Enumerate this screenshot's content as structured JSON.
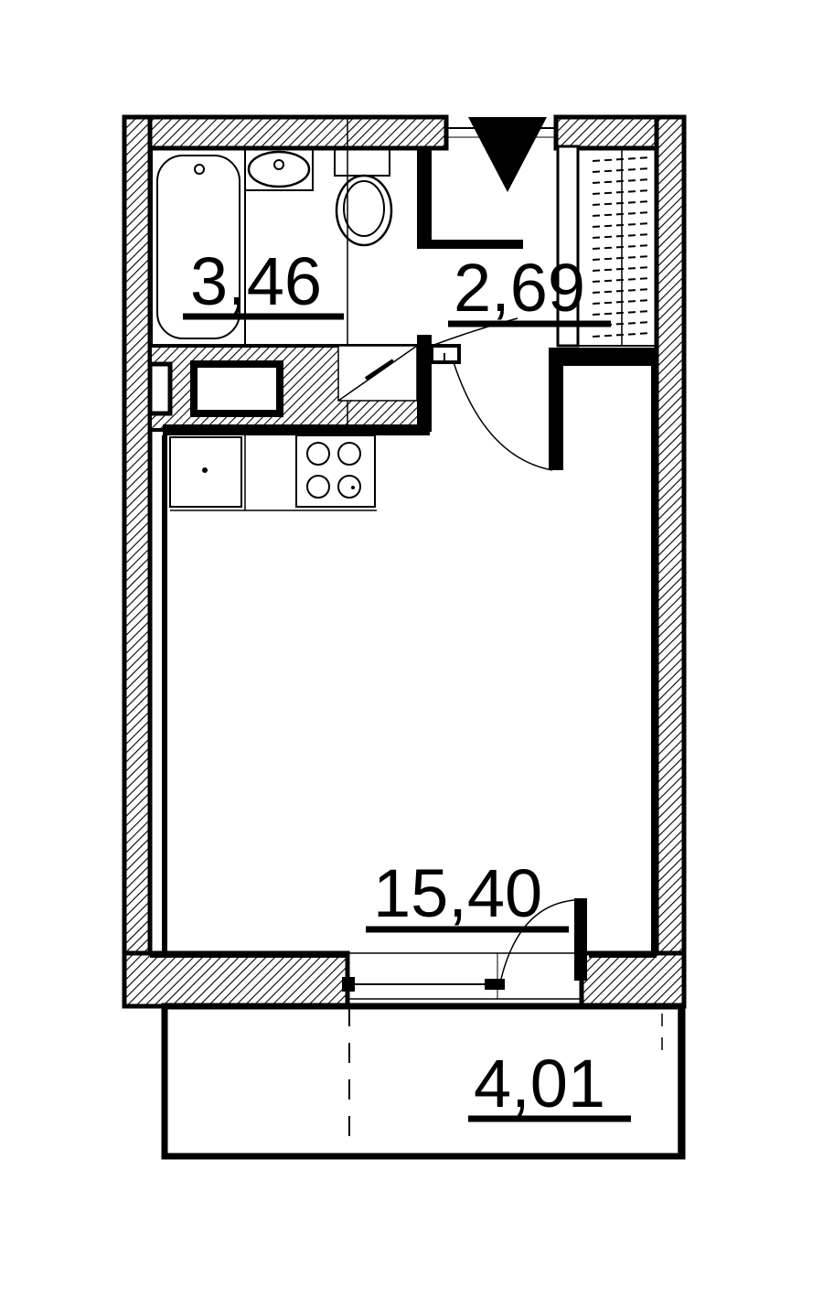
{
  "floor_plan": {
    "rooms": [
      {
        "id": "bathroom",
        "area": "3,46"
      },
      {
        "id": "hallway",
        "area": "2,69"
      },
      {
        "id": "living-room",
        "area": "15,40"
      },
      {
        "id": "balcony",
        "area": "4,01"
      }
    ],
    "colors": {
      "wall": "#000000",
      "background": "#ffffff",
      "hatch": "#000000"
    },
    "icons": [
      "entrance-arrow-icon",
      "bathtub-icon",
      "sink-icon",
      "toilet-icon",
      "stove-icon",
      "kitchen-sink-icon",
      "wardrobe-icon"
    ]
  }
}
